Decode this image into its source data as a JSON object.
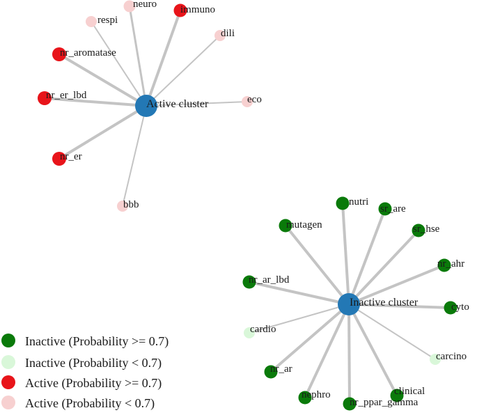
{
  "colors": {
    "hub": "#2378B5",
    "inactive_high": "#0A7A0A",
    "inactive_low": "#D9F7D9",
    "active_high": "#E8141A",
    "active_low": "#F7D0D0",
    "edge": "#C4C4C4"
  },
  "legend": [
    {
      "label": "Inactive (Probability >= 0.7)",
      "category": "inactive_high"
    },
    {
      "label": "Inactive (Probability < 0.7)",
      "category": "inactive_low"
    },
    {
      "label": "Active (Probability >= 0.7)",
      "category": "active_high"
    },
    {
      "label": "Active (Probability < 0.7)",
      "category": "active_low"
    }
  ],
  "clusters": [
    {
      "hub": "Active cluster",
      "nodes": [
        {
          "label": "neuro",
          "category": "active_low"
        },
        {
          "label": "immuno",
          "category": "active_high"
        },
        {
          "label": "respi",
          "category": "active_low"
        },
        {
          "label": "dili",
          "category": "active_low"
        },
        {
          "label": "nr_aromatase",
          "category": "active_high"
        },
        {
          "label": "nr_er_lbd",
          "category": "active_high"
        },
        {
          "label": "eco",
          "category": "active_low"
        },
        {
          "label": "nr_er",
          "category": "active_high"
        },
        {
          "label": "bbb",
          "category": "active_low"
        }
      ]
    },
    {
      "hub": "Inactive cluster",
      "nodes": [
        {
          "label": "nutri",
          "category": "inactive_high"
        },
        {
          "label": "sr_are",
          "category": "inactive_high"
        },
        {
          "label": "mutagen",
          "category": "inactive_high"
        },
        {
          "label": "sr_hse",
          "category": "inactive_high"
        },
        {
          "label": "nr_ahr",
          "category": "inactive_high"
        },
        {
          "label": "nr_ar_lbd",
          "category": "inactive_high"
        },
        {
          "label": "cyto",
          "category": "inactive_high"
        },
        {
          "label": "cardio",
          "category": "inactive_low"
        },
        {
          "label": "carcino",
          "category": "inactive_low"
        },
        {
          "label": "nr_ar",
          "category": "inactive_high"
        },
        {
          "label": "clinical",
          "category": "inactive_high"
        },
        {
          "label": "nephro",
          "category": "inactive_high"
        },
        {
          "label": "nr_ppar_gamma",
          "category": "inactive_high"
        }
      ]
    }
  ]
}
